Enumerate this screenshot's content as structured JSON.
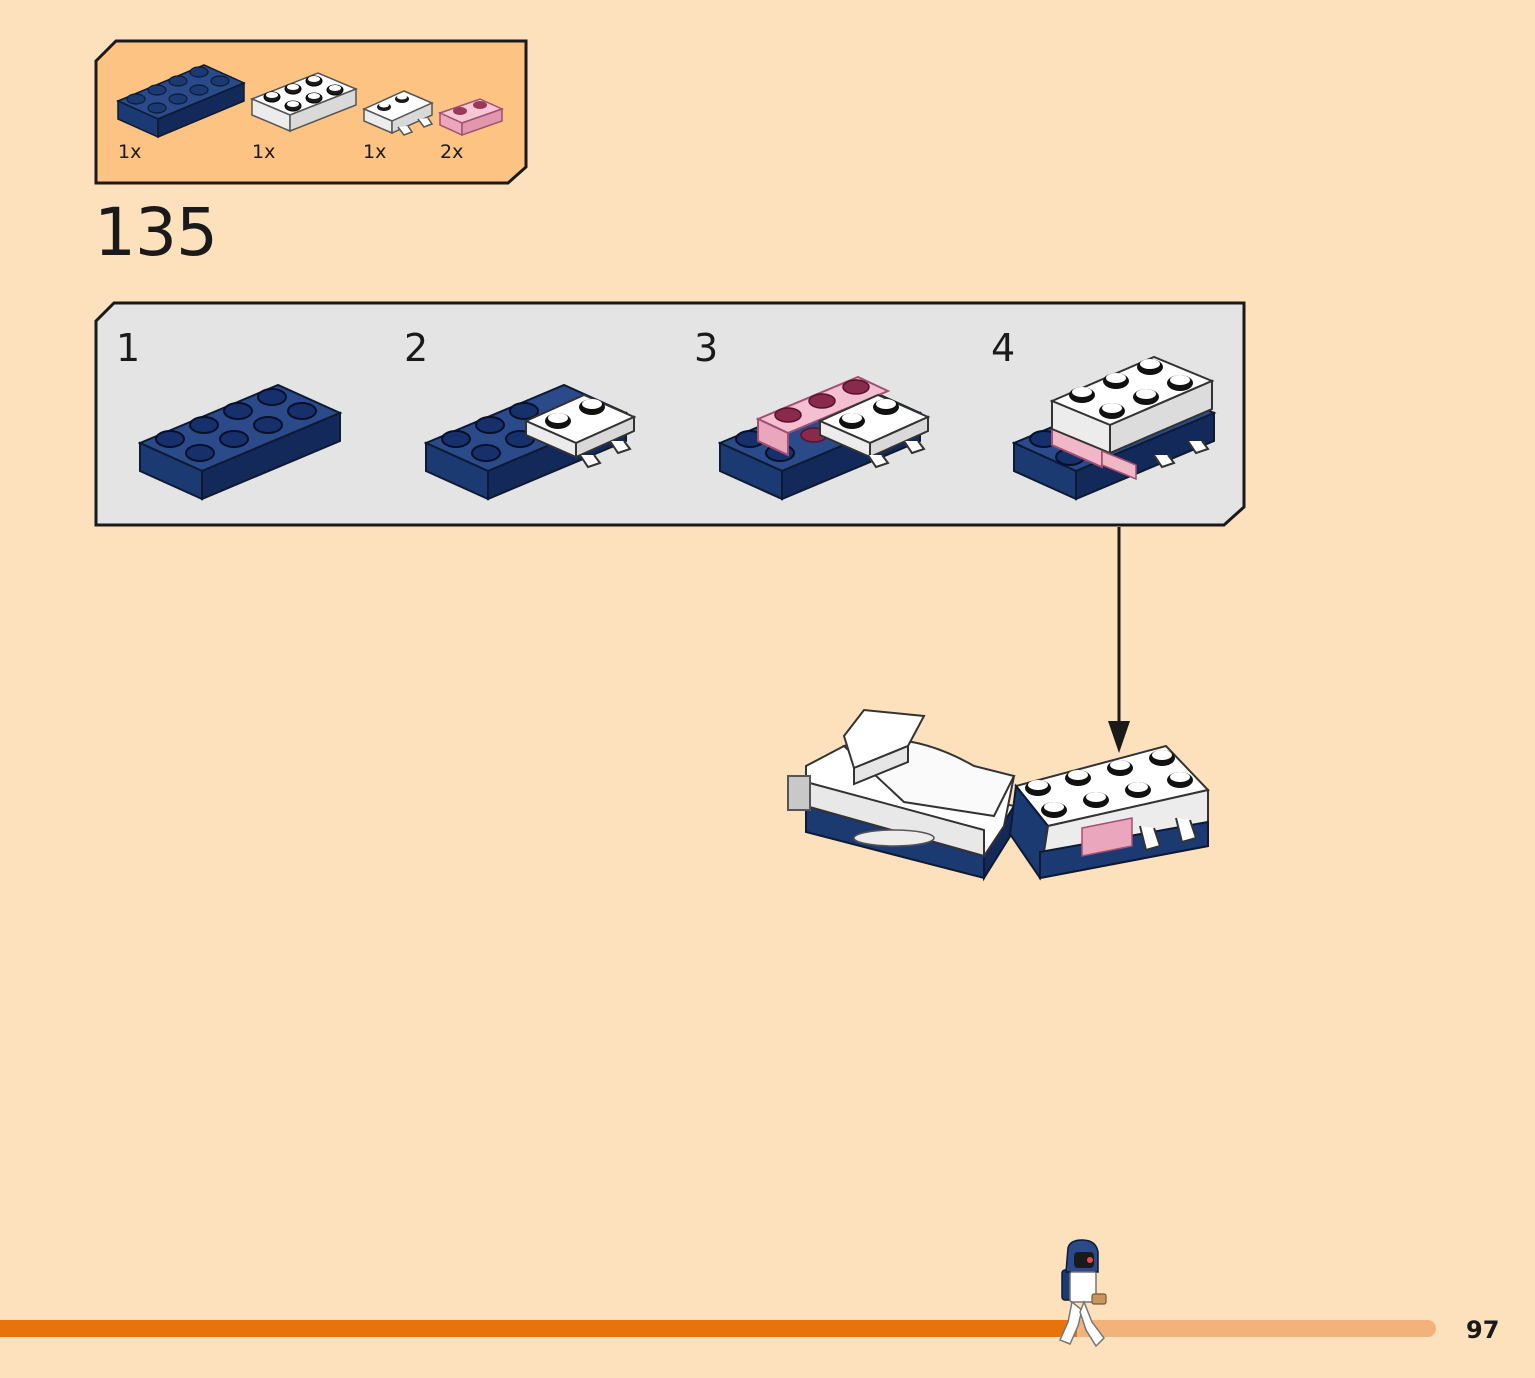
{
  "parts_callout": {
    "items": [
      {
        "icon": "dark-blue-2x4-plate-icon",
        "quantity": "1x"
      },
      {
        "icon": "white-2x3-plate-icon",
        "quantity": "1x"
      },
      {
        "icon": "white-2x2-plate-with-clips-icon",
        "quantity": "1x"
      },
      {
        "icon": "trans-pink-1x2-plate-icon",
        "quantity": "2x"
      }
    ]
  },
  "step_number": "135",
  "substeps": [
    {
      "number": "1"
    },
    {
      "number": "2"
    },
    {
      "number": "3"
    },
    {
      "number": "4"
    }
  ],
  "page_number": "97",
  "progress": {
    "fraction": 0.75
  },
  "colors": {
    "background": "#fde0bc",
    "callout_fill": "#fcc382",
    "substep_fill": "#e4e4e4",
    "dark_blue": "#1c3a72",
    "trans_pink": "#f0b7c9",
    "progress_done": "#e8730c",
    "progress_remaining": "#f2b27a"
  }
}
